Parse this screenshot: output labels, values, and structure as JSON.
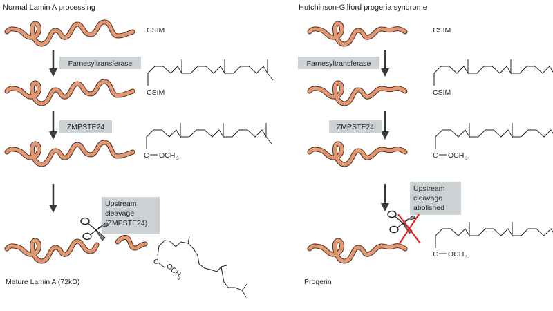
{
  "panels": {
    "left": {
      "title": "Normal Lamin A processing",
      "enzymes": [
        "Farnesyltransferase",
        "ZMPSTE24"
      ],
      "cleavage_box": [
        "Upstream",
        "cleavage",
        "(ZMPSTE24)"
      ],
      "step_labels": [
        "CSIM",
        "CSIM"
      ],
      "ester": {
        "c": "C",
        "och": "OCH",
        "sub": "3"
      },
      "final_label": "Mature Lamin A (72kD)"
    },
    "right": {
      "title": "Hutchinson-Gilford progeria syndrome",
      "enzymes": [
        "Farnesyltransferase",
        "ZMPSTE24"
      ],
      "cleavage_box": [
        "Upstream",
        "cleavage",
        "abolished"
      ],
      "step_labels": [
        "CSIM",
        "CSIM"
      ],
      "ester": {
        "c": "C",
        "och": "OCH",
        "sub": "3"
      },
      "final_label": "Progerin"
    }
  },
  "colors": {
    "protein_fill": "#e39872",
    "protein_outline": "#4a2f23",
    "enzyme_box": "#ccd1d4",
    "arrow": "#3a3a3a",
    "block_cross": "#e2231a"
  },
  "icons": [
    "scissors-icon",
    "blocked-scissors-icon",
    "down-arrow-icon"
  ]
}
